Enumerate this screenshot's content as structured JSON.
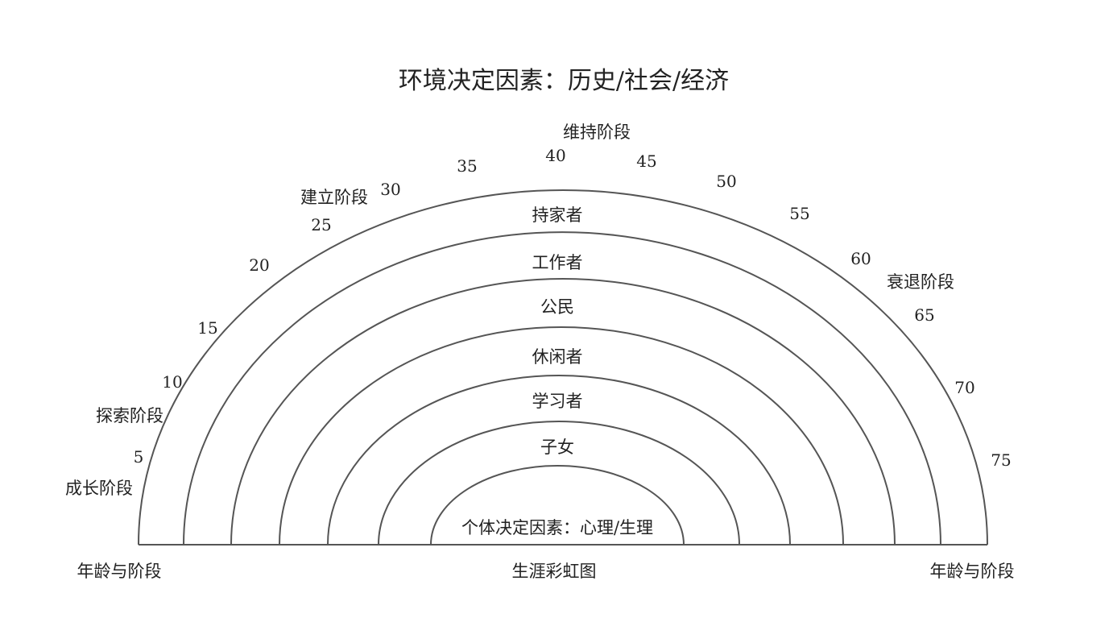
{
  "title": "环境决定因素：历史/社会/经济",
  "center_label": "个体决定因素：心理/生理",
  "bottom": {
    "left": "年龄与阶段",
    "center": "生涯彩虹图",
    "right": "年龄与阶段"
  },
  "stages": {
    "growth": "成长阶段",
    "exploration": "探索阶段",
    "establishment": "建立阶段",
    "maintenance": "维持阶段",
    "decline": "衰退阶段"
  },
  "roles": [
    "持家者",
    "工作者",
    "公民",
    "休闲者",
    "学习者",
    "子女"
  ],
  "ages": [
    "5",
    "10",
    "15",
    "20",
    "25",
    "30",
    "35",
    "40",
    "45",
    "50",
    "55",
    "60",
    "65",
    "70",
    "75"
  ]
}
